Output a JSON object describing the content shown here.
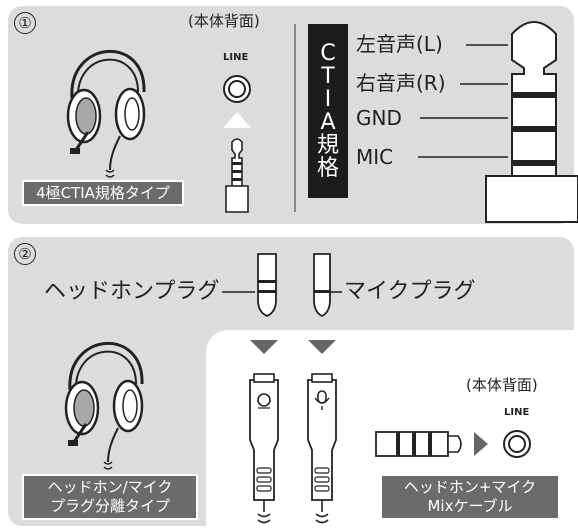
{
  "panel1": {
    "number": "①",
    "back_panel_label": "(本体背面)",
    "line_label": "LINE",
    "type_label": "4極CTIA規格タイプ",
    "ctia_vertical": [
      "C",
      "T",
      "I",
      "A",
      "規",
      "格"
    ],
    "pin_labels": [
      "左音声(L)",
      "右音声(R)",
      "GND",
      "MIC"
    ]
  },
  "panel2": {
    "number": "②",
    "headphone_plug_label": "ヘッドホンプラグ",
    "mic_plug_label": "マイクプラグ",
    "type_label_line1": "ヘッドホン/マイク",
    "type_label_line2": "プラグ分離タイプ",
    "back_panel_label": "(本体背面)",
    "line_label": "LINE",
    "cable_label_line1": "ヘッドホン+マイク",
    "cable_label_line2": "Mixケーブル"
  }
}
